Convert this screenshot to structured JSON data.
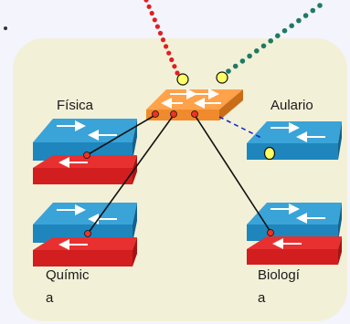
{
  "labels": {
    "fisica": "Física",
    "aulario": "Aulario",
    "quimica_line1": "Químic",
    "quimica_line2": "a",
    "biologia_line1": "Biologí",
    "biologia_line2": "a"
  },
  "colors": {
    "background": "#f4f4fd",
    "panel": "#f3f0d8",
    "switch_top": "#1e90c8",
    "switch_side": "#1270a2",
    "router_top": "#ff9933",
    "router_side": "#e67e22",
    "red_layer": "#dd2222",
    "red_side": "#b01818",
    "link_black": "#111111",
    "link_blue_dashed": "#1a2cc8",
    "dotted_red": "#e02020",
    "dotted_green": "#1f7a64",
    "port_dot": "#ee3322",
    "ring_yellow": "#ffff66"
  }
}
